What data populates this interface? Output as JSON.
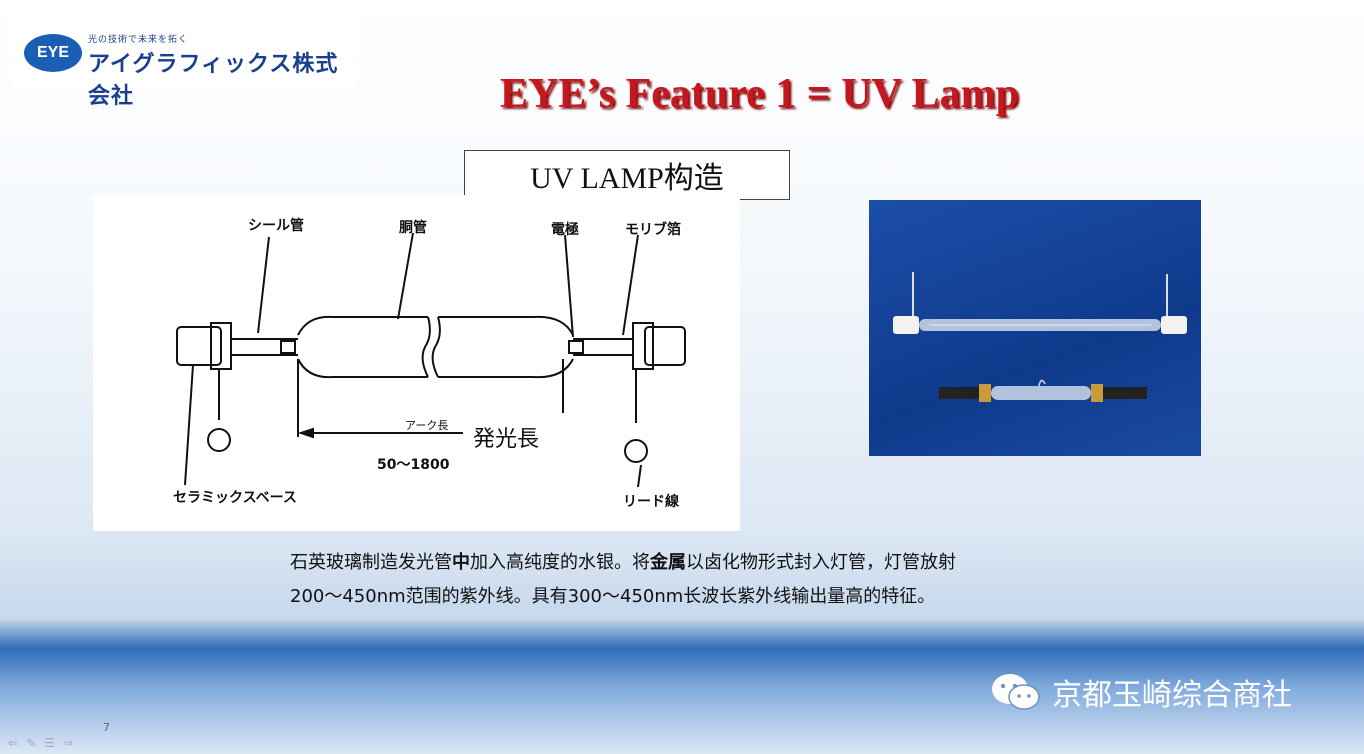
{
  "logo": {
    "emblem": "EYE",
    "tagline": "光の技術で未来を拓く",
    "company": "アイグラフィックス株式会社"
  },
  "slide": {
    "title": "EYE’s  Feature 1 =  UV Lamp",
    "subtitle": "UV LAMP构造",
    "diagram": {
      "seal_tube": "シール管",
      "body_tube": "胴管",
      "electrode": "電極",
      "moly_foil": "モリブ箔",
      "arc_length": "アーク長",
      "emission_length": "発光長",
      "range": "50～1800",
      "ceramic_base": "セラミックスベース",
      "lead_wire": "リード線"
    },
    "description_line1_a": "石英玻璃制造发光管",
    "description_line1_b": "中",
    "description_line1_c": "加入高纯度的水银。将",
    "description_line1_d": "金属",
    "description_line1_e": "以卤化物形式封入灯管，灯管放射",
    "description_line2": "200～450nm范围的紫外线。具有300～450nm长波长紫外线输出量高的特征。",
    "page_number": "7"
  },
  "brand": {
    "name": "京都玉崎综合商社",
    "icon": "wechat-icon"
  },
  "nav": {
    "icons": [
      "prev-icon",
      "pen-icon",
      "menu-icon",
      "next-icon"
    ]
  }
}
